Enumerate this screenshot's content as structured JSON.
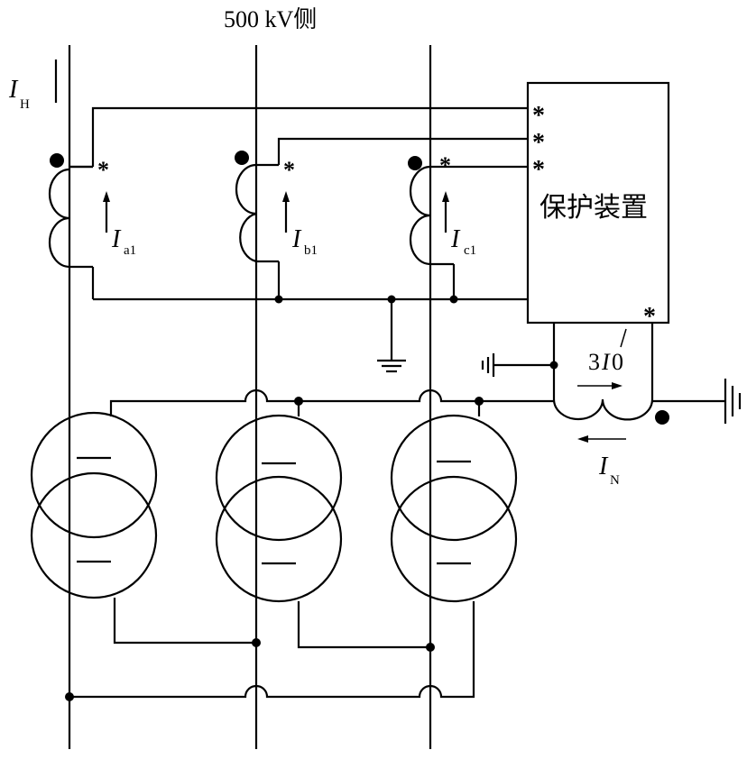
{
  "header": {
    "title": "500 kV侧"
  },
  "protection_box": {
    "label": "保护装置",
    "star": "*"
  },
  "currents": {
    "ih_main": "I",
    "ih_sub": "H",
    "ia_main": "I",
    "ia_sub": "a1",
    "ib_main": "I",
    "ib_sub": "b1",
    "ic_main": "I",
    "ic_sub": "c1",
    "in_main": "I",
    "in_sub": "N",
    "zero_seq_prefix": "3",
    "zero_seq_i": "I",
    "zero_seq_suffix": "0"
  }
}
